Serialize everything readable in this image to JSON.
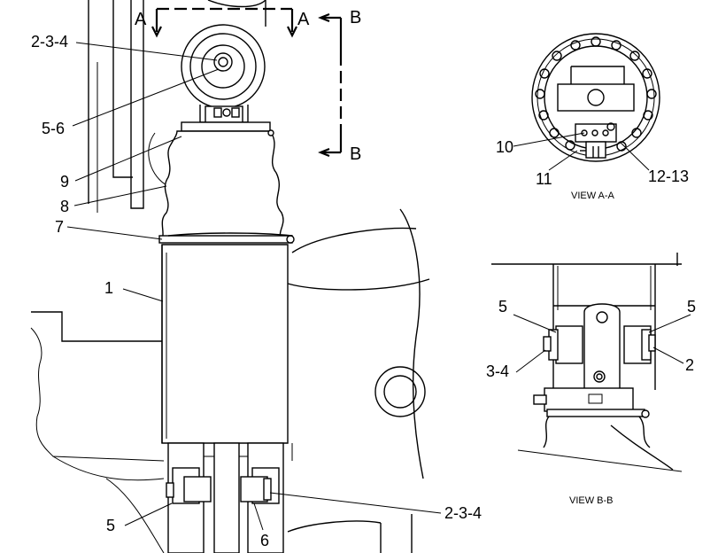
{
  "section_markers": {
    "a_left": "A",
    "a_right": "A",
    "b_top": "B",
    "b_bottom": "B"
  },
  "callouts": {
    "c_2_3_4_top": "2-3-4",
    "c_5_6": "5-6",
    "c_9": "9",
    "c_8": "8",
    "c_7": "7",
    "c_1": "1",
    "c_5_bottom": "5",
    "c_6_bottom": "6",
    "c_2_3_4_bottom": "2-3-4",
    "c_10": "10",
    "c_11": "11",
    "c_12_13": "12-13",
    "c_5_bb_left": "5",
    "c_5_bb_right": "5",
    "c_3_4_bb": "3-4",
    "c_2_bb": "2"
  },
  "view_titles": {
    "view_a": "VIEW A-A",
    "view_b": "VIEW B-B"
  }
}
